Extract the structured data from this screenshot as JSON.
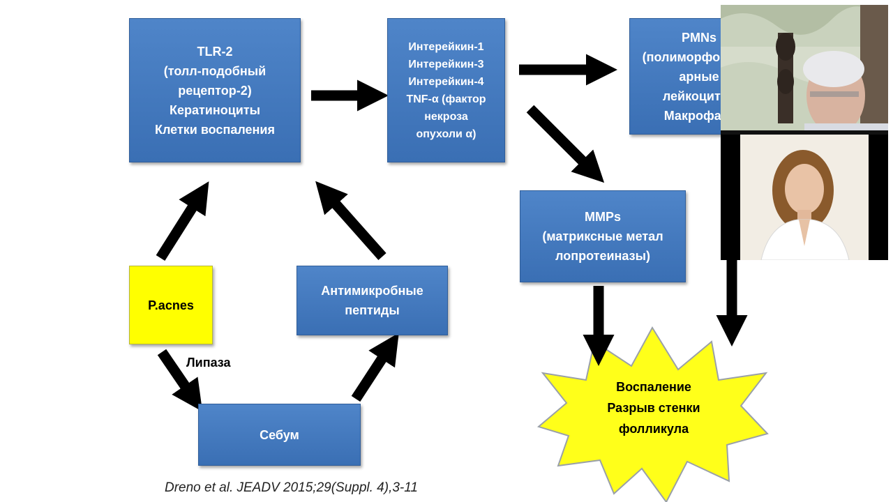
{
  "diagram": {
    "tlr2": "TLR-2\n(толл-подобный\nрецептор-2)\nКератиноциты\nКлетки воспаления",
    "cytokines": "Интерейкин-1\nИнтерейкин-3\nИнтерейкин-4\nTNF-α (фактор\nнекроза\nопухоли α)",
    "pmns": "PMNs\n(полиморфонукле\nарные\nлейкоциты)\nМакрофаги",
    "mmps": "MMPs\n(матриксные метал\nлопротеиназы)",
    "antimicrobial": "Антимикробные\nпептиды",
    "pacnes": "P.acnes",
    "lipaza": "Липаза",
    "sebum": "Себум",
    "outcome": "Воспаление\nРазрыв стенки\nфолликула"
  },
  "citation": "Dreno et al. JEADV 2015;29(Suppl. 4),3-11",
  "colors": {
    "box_blue": "#3f78bf",
    "pacnes_yellow": "#ffff00",
    "burst_yellow": "#ffff1a",
    "arrow": "#000000"
  },
  "video_participants": [
    {
      "name": "participant-elderly-man"
    },
    {
      "name": "participant-woman-white-coat"
    }
  ]
}
